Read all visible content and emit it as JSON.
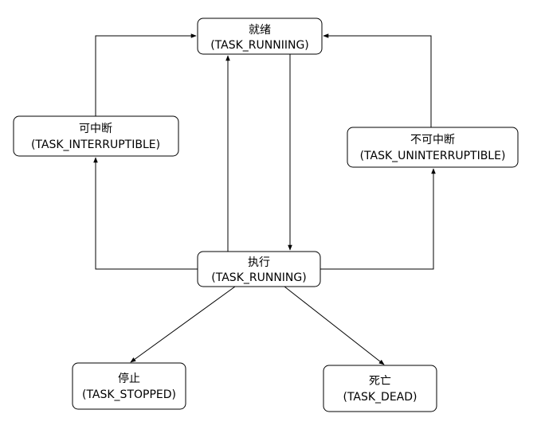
{
  "diagram": {
    "nodes": [
      {
        "id": "ready",
        "name": "node-ready",
        "line1": "就绪",
        "line2": "(TASK_RUNNIING)"
      },
      {
        "id": "interruptible",
        "name": "node-interruptible",
        "line1": "可中断",
        "line2": "(TASK_INTERRUPTIBLE)"
      },
      {
        "id": "uninterruptible",
        "name": "node-uninterruptible",
        "line1": "不可中断",
        "line2": "(TASK_UNINTERRUPTIBLE)"
      },
      {
        "id": "running",
        "name": "node-running",
        "line1": "执行",
        "line2": "(TASK_RUNNING)"
      },
      {
        "id": "stopped",
        "name": "node-stopped",
        "line1": "停止",
        "line2": "(TASK_STOPPED)"
      },
      {
        "id": "dead",
        "name": "node-dead",
        "line1": "死亡",
        "line2": "(TASK_DEAD)"
      }
    ],
    "edges": [
      {
        "from": "ready",
        "to": "running"
      },
      {
        "from": "running",
        "to": "ready"
      },
      {
        "from": "running",
        "to": "interruptible"
      },
      {
        "from": "interruptible",
        "to": "ready"
      },
      {
        "from": "running",
        "to": "uninterruptible"
      },
      {
        "from": "uninterruptible",
        "to": "ready"
      },
      {
        "from": "running",
        "to": "stopped"
      },
      {
        "from": "running",
        "to": "dead"
      }
    ],
    "colors": {
      "stroke": "#000000",
      "fill": "#ffffff",
      "text": "#000000"
    }
  }
}
